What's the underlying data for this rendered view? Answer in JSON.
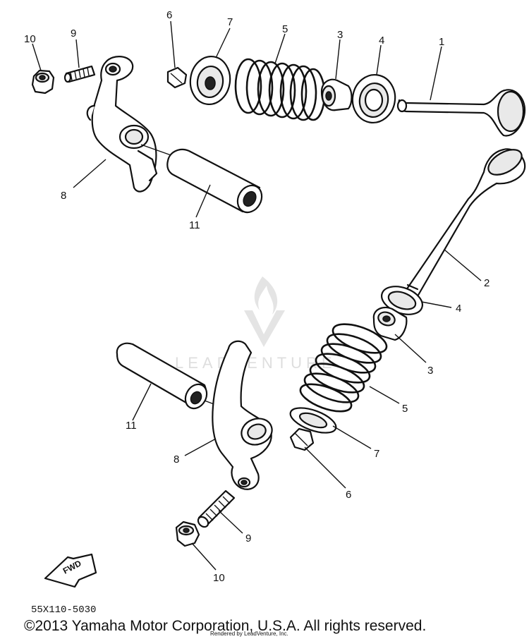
{
  "diagram": {
    "callouts": {
      "top": {
        "c10": "10",
        "c9": "9",
        "c6": "6",
        "c7": "7",
        "c5": "5",
        "c3": "3",
        "c4": "4",
        "c1": "1",
        "c8": "8",
        "c11": "11"
      },
      "bottom": {
        "c2": "2",
        "c4": "4",
        "c3": "3",
        "c5": "5",
        "c7": "7",
        "c6": "6",
        "c11": "11",
        "c8": "8",
        "c9": "9",
        "c10": "10"
      }
    },
    "direction_badge": "FWD",
    "watermark": "LEADVENTURE",
    "diagram_code": "55X110-5030"
  },
  "footer": {
    "copyright": "©2013 Yamaha Motor Corporation, U.S.A. All rights reserved.",
    "rendered_by": "Rendered by LeadVenture, Inc."
  }
}
